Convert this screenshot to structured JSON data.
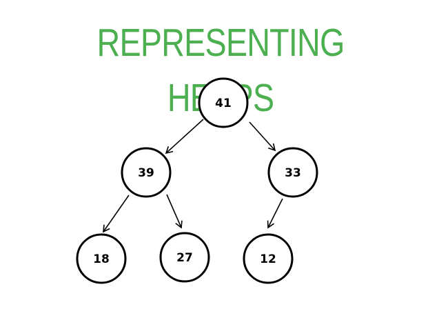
{
  "title": "REPRESENTING HEAPS",
  "colors": {
    "title": "#4caf50",
    "node_stroke": "#000000",
    "node_fill": "#ffffff",
    "edge": "#000000"
  },
  "heap": {
    "nodes": [
      {
        "id": "n41",
        "label": "41"
      },
      {
        "id": "n39",
        "label": "39"
      },
      {
        "id": "n33",
        "label": "33"
      },
      {
        "id": "n18",
        "label": "18"
      },
      {
        "id": "n27",
        "label": "27"
      },
      {
        "id": "n12",
        "label": "12"
      }
    ],
    "edges": [
      {
        "from": "n41",
        "to": "n39"
      },
      {
        "from": "n41",
        "to": "n33"
      },
      {
        "from": "n39",
        "to": "n18"
      },
      {
        "from": "n39",
        "to": "n27"
      },
      {
        "from": "n33",
        "to": "n12"
      }
    ]
  }
}
